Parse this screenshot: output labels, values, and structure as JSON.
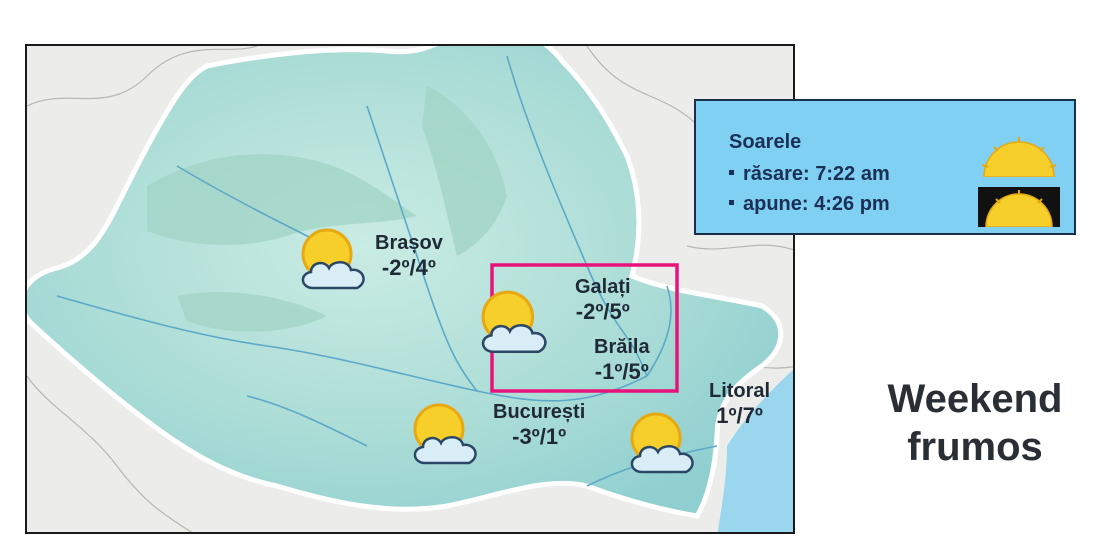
{
  "cities": [
    {
      "id": "brasov",
      "name": "Brașov",
      "temp": "-2º/4º"
    },
    {
      "id": "galati",
      "name": "Galați",
      "temp": "-2º/5º"
    },
    {
      "id": "braila",
      "name": "Brăila",
      "temp": "-1º/5º"
    },
    {
      "id": "bucuresti",
      "name": "București",
      "temp": "-3º/1º"
    },
    {
      "id": "litoral",
      "name": "Litoral",
      "temp": "1º/7º"
    }
  ],
  "sun_box": {
    "title": "Soarele",
    "rise_label": "răsare: 7:22 am",
    "set_label": "apune: 4:26 pm"
  },
  "headline": {
    "line1": "Weekend",
    "line2": "frumos"
  },
  "colors": {
    "land": "#a9dcd6",
    "sea": "#9ad6ee",
    "highlight": "#e8137a",
    "sun_box": "#7fd0f2",
    "sun": "#f6cf2a"
  },
  "icons": {
    "weather": "sun-behind-cloud-icon",
    "sunrise": "sunrise-icon",
    "sunset": "sunset-icon"
  }
}
